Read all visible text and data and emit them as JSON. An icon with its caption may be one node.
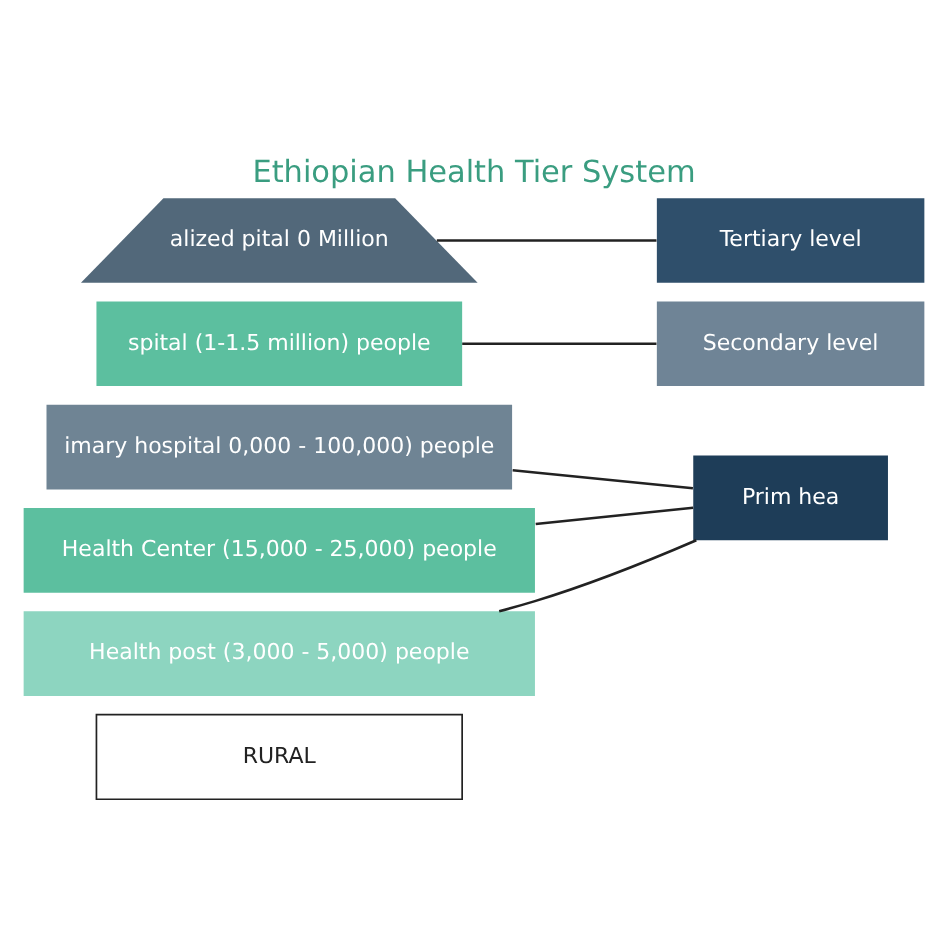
{
  "diagram": {
    "title": "Ethiopian Health Tier System",
    "nodes": [
      {
        "text": [
          "alized pital 0 Million"
        ]
      },
      {
        "text": [
          "spital (1-1.5 million) people"
        ]
      },
      {
        "text": [
          "imary hospital 0,000 - 100,000) people"
        ]
      },
      {
        "text": [
          "Health Center (15,000 - 25,000) people"
        ]
      },
      {
        "text": [
          "Health post (3,000 - 5,000) people"
        ]
      },
      {
        "text": [
          "RURAL"
        ]
      },
      {
        "text": [
          "Tertiary level"
        ]
      },
      {
        "text": [
          "Secondary level"
        ]
      },
      {
        "text": [
          "Prim hea"
        ]
      }
    ],
    "edges": [
      {
        "from": 0,
        "to": 6,
        "arrow": "none"
      },
      {
        "from": 1,
        "to": 7,
        "arrow": "none"
      },
      {
        "from": 2,
        "to": 8,
        "arrow": "none"
      },
      {
        "from": 3,
        "to": 8,
        "arrow": "none"
      },
      {
        "from": 4,
        "to": 8,
        "arrow": "none"
      }
    ]
  }
}
